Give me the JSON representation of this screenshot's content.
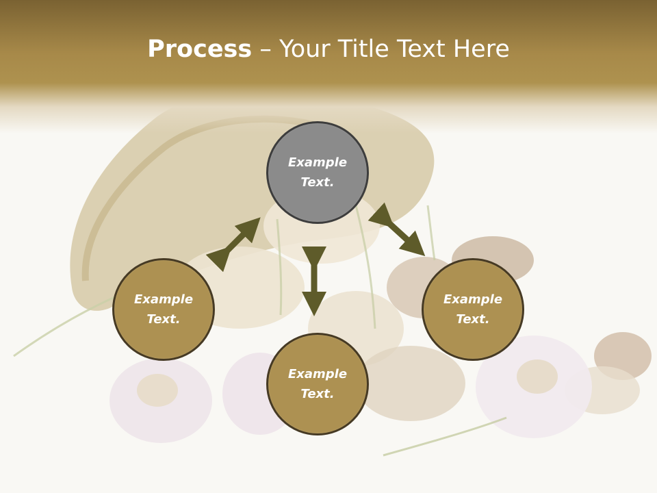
{
  "title": {
    "bold": "Process",
    "rest": " – Your Title Text Here"
  },
  "nodes": {
    "top": {
      "line1": "Example",
      "line2": "Text."
    },
    "left": {
      "line1": "Example",
      "line2": "Text."
    },
    "right": {
      "line1": "Example",
      "line2": "Text."
    },
    "bottom": {
      "line1": "Example",
      "line2": "Text."
    }
  },
  "colors": {
    "header": "#ae924f",
    "node_gold": "#ad9152",
    "node_gray": "#8b8b8b",
    "arrow": "#5e5b2a"
  }
}
